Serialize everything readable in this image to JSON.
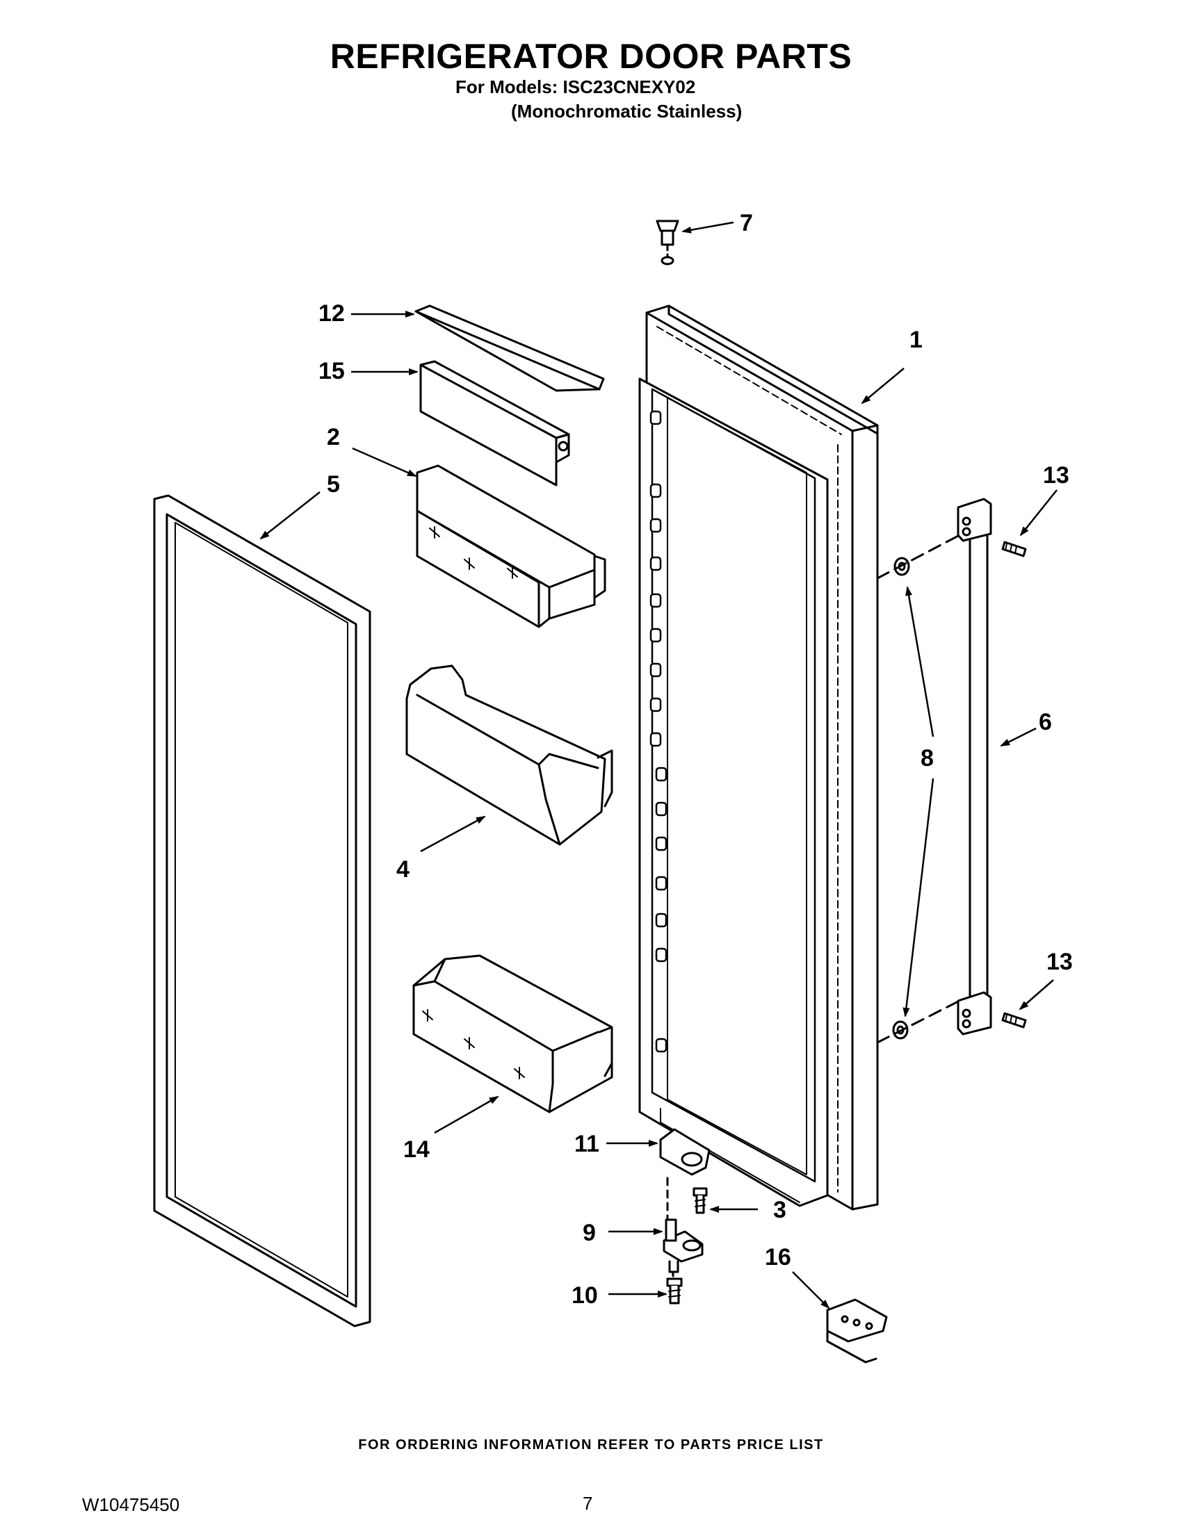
{
  "header": {
    "title": "REFRIGERATOR DOOR PARTS",
    "models_line": "For Models: ISC23CNEXY02",
    "variant_line": "(Monochromatic Stainless)"
  },
  "callouts": {
    "c1": "1",
    "c2": "2",
    "c3": "3",
    "c4": "4",
    "c5": "5",
    "c6": "6",
    "c7": "7",
    "c8": "8",
    "c9": "9",
    "c10": "10",
    "c11": "11",
    "c12": "12",
    "c13a": "13",
    "c13b": "13",
    "c14": "14",
    "c15": "15",
    "c16": "16"
  },
  "footer": {
    "ordering_note": "FOR ORDERING INFORMATION REFER TO PARTS PRICE LIST",
    "document_number": "W10475450",
    "page_number": "7"
  }
}
